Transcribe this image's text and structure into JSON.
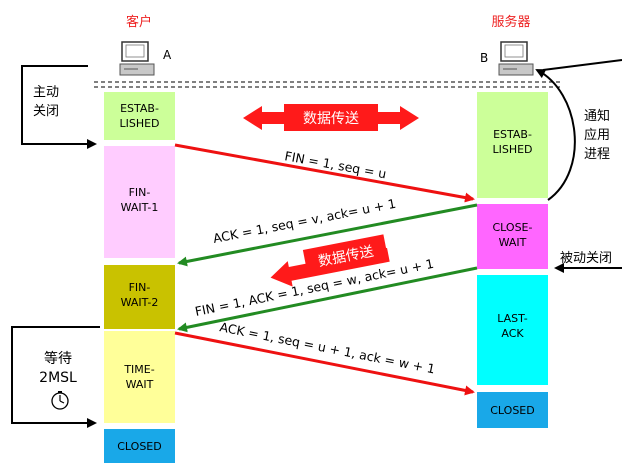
{
  "client": {
    "title": "客户",
    "label": "A"
  },
  "server": {
    "title": "服务器",
    "label": "B"
  },
  "client_states": [
    {
      "id": "established",
      "lines": [
        "ESTAB-",
        "LISHED"
      ],
      "color": "#ccff99"
    },
    {
      "id": "fin-wait-1",
      "lines": [
        "FIN-",
        "WAIT-1"
      ],
      "color": "#ffccff"
    },
    {
      "id": "fin-wait-2",
      "lines": [
        "FIN-",
        "WAIT-2"
      ],
      "color": "#c9c200"
    },
    {
      "id": "time-wait",
      "lines": [
        "TIME-",
        "WAIT"
      ],
      "color": "#ffff99"
    },
    {
      "id": "closed",
      "lines": [
        "CLOSED"
      ],
      "color": "#19a8e8"
    }
  ],
  "server_states": [
    {
      "id": "established",
      "lines": [
        "ESTAB-",
        "LISHED"
      ],
      "color": "#ccff99"
    },
    {
      "id": "close-wait",
      "lines": [
        "CLOSE-",
        "WAIT"
      ],
      "color": "#ff66ff"
    },
    {
      "id": "last-ack",
      "lines": [
        "LAST-",
        "ACK"
      ],
      "color": "#00ffff"
    },
    {
      "id": "closed",
      "lines": [
        "CLOSED"
      ],
      "color": "#19a8e8"
    }
  ],
  "messages": [
    {
      "id": "fin1",
      "text": "FIN = 1, seq = u",
      "color": "#ee1111"
    },
    {
      "id": "ack1",
      "text": "ACK = 1, seq = v, ack= u + 1",
      "color": "#228b22"
    },
    {
      "id": "fin2",
      "text": "FIN = 1, ACK = 1, seq = w, ack= u + 1",
      "color": "#228b22"
    },
    {
      "id": "ack2",
      "text": "ACK = 1, seq = u + 1, ack = w + 1",
      "color": "#ee1111"
    }
  ],
  "banners": {
    "data_transfer": "数据传送",
    "data_transfer_2": "数据传送",
    "color": "#ff1a1a"
  },
  "notes": {
    "active_close": [
      "主动",
      "关闭"
    ],
    "notify_app": [
      "通知",
      "应用",
      "进程"
    ],
    "passive_close": "被动关闭",
    "wait_2msl": [
      "等待",
      "2MSL"
    ]
  },
  "icons": {
    "computer": "computer-icon",
    "clock": "clock-icon"
  }
}
